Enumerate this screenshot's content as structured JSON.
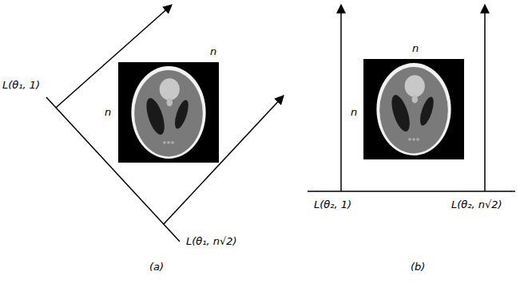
{
  "diagram": {
    "labels": [
      "n",
      "n",
      "L(θ₁, 1)",
      "L(θ₁, n√2)",
      "n",
      "n",
      "L(θ₂, 1)",
      "L(θ₂, n√2)",
      "(a)",
      "(b)"
    ]
  }
}
